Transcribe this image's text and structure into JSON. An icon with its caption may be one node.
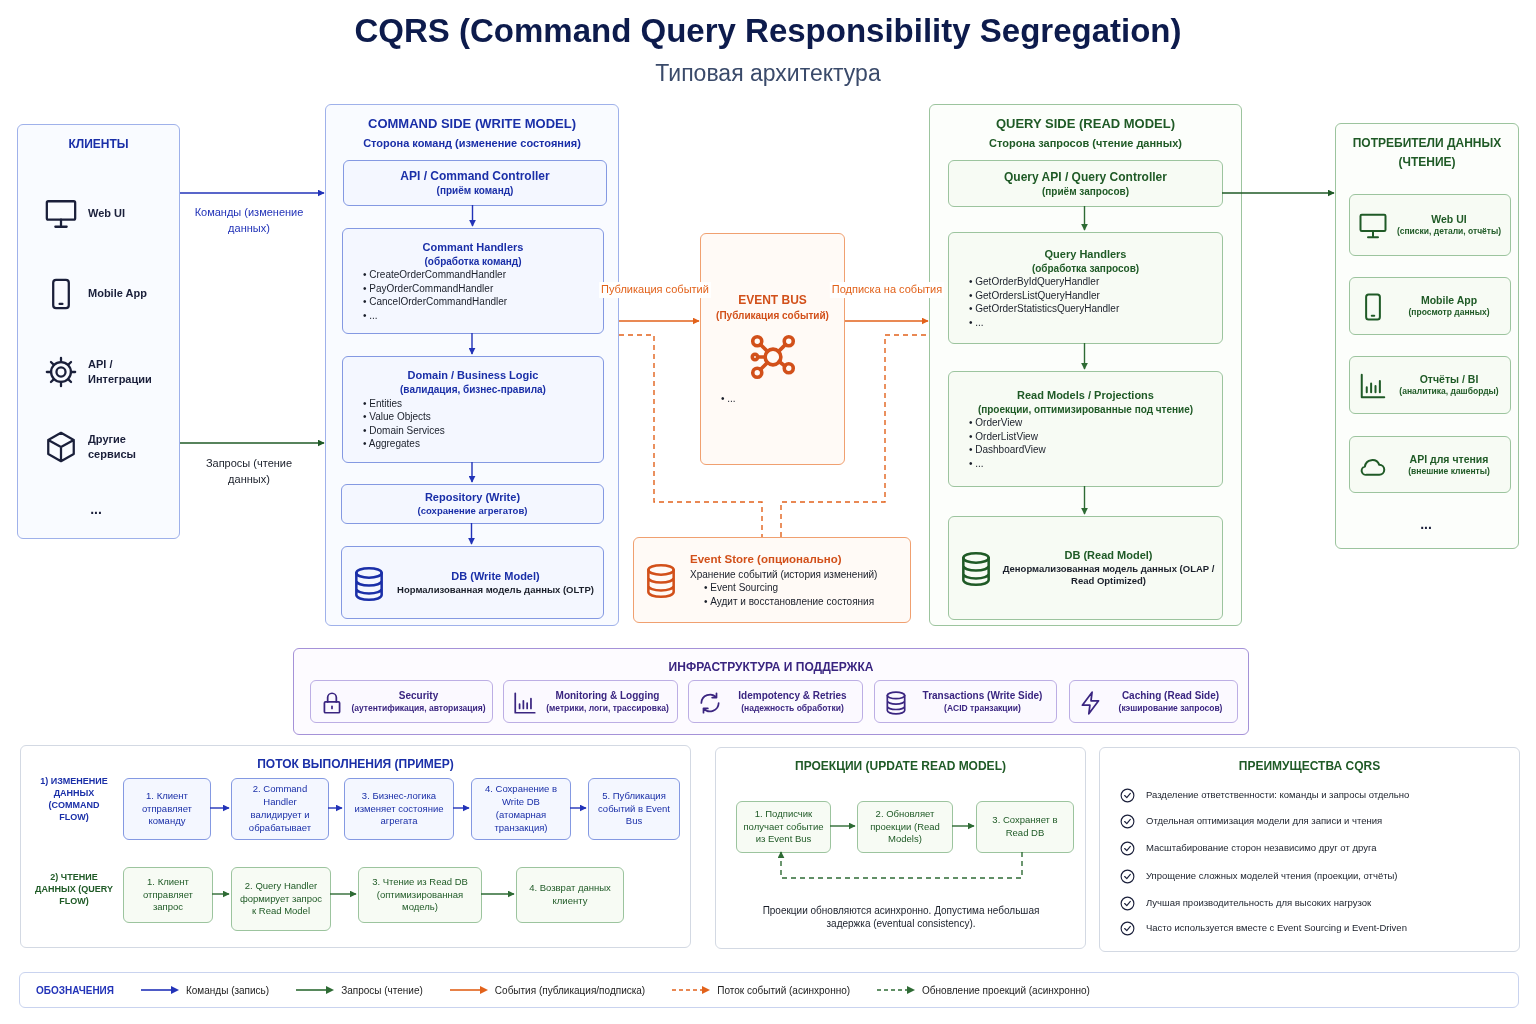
{
  "diagram": {
    "title": "CQRS (Command Query Responsibility Segregation)",
    "nodes": [
      {
        "text": [
          "КЛИЕНТЫ"
        ]
      },
      {
        "text": [
          "Web UI"
        ],
        "in": 0
      },
      {
        "text": [
          "Mobile App"
        ],
        "in": 0
      },
      {
        "text": [
          "API / Интеграции"
        ],
        "in": 0
      },
      {
        "text": [
          "Другие сервисы"
        ],
        "in": 0
      },
      {
        "text": [
          "..."
        ],
        "in": 0
      },
      {
        "text": [
          "COMMAND SIDE (WRITE MODEL)",
          "Сторона команд (изменение состояния)"
        ]
      },
      {
        "text": [
          "API / Command Controller",
          "(приём команд)"
        ],
        "in": 6
      },
      {
        "text": [
          "Commant Handlers",
          "(обработка команд)",
          "• CreateOrderCommandHandler",
          "• PayOrderCommandHandler",
          "• CancelOrderCommandHandler",
          "• ..."
        ],
        "in": 6
      },
      {
        "text": [
          "Domain / Business Logic",
          "(валидация, бизнес-правила)",
          "• Entities",
          "• Value Objects",
          "• Domain Services",
          "• Aggregates"
        ],
        "in": 6
      },
      {
        "text": [
          "Repository (Write)",
          "(сохранение агрегатов)"
        ],
        "in": 6
      },
      {
        "text": [
          "DB (Write Model)",
          "Нормализованная модель данных (OLTP)"
        ],
        "in": 6
      },
      {
        "text": [
          "EVENT BUS",
          "(Публикация событий)",
          "• ..."
        ]
      },
      {
        "text": [
          "Event Store (опционально)",
          "Хранение событий (история изменений)",
          "• Event Sourcing",
          "• Аудит и восстановление состояния"
        ]
      },
      {
        "text": [
          "QUERY SIDE (READ MODEL)",
          "Сторона запросов (чтение данных)"
        ]
      },
      {
        "text": [
          "Query API / Query Controller",
          "(приём запросов)"
        ],
        "in": 14
      },
      {
        "text": [
          "Query Handlers",
          "(обработка запросов)",
          "• GetOrderByIdQueryHandler",
          "• GetOrdersListQueryHandler",
          "• GetOrderStatisticsQueryHandler",
          "• ..."
        ],
        "in": 14
      },
      {
        "text": [
          "Read Models / Projections",
          "(проекции, оптимизированные под чтение)",
          "• OrderView",
          "• OrderListView",
          "• DashboardView",
          "• ..."
        ],
        "in": 14
      },
      {
        "text": [
          "DB (Read Model)",
          "Денормализованная модель данных (OLAP / Read Optimized)"
        ],
        "in": 14
      },
      {
        "text": [
          "ПОТРЕБИТЕЛИ ДАННЫХ (ЧТЕНИЕ)"
        ]
      },
      {
        "text": [
          "Web UI",
          "(списки, детали, отчёты)"
        ],
        "in": 19
      },
      {
        "text": [
          "Mobile App",
          "(просмотр данных)"
        ],
        "in": 19
      },
      {
        "text": [
          "Отчёты / BI",
          "(аналитика, дашборды)"
        ],
        "in": 19
      },
      {
        "text": [
          "API для чтения",
          "(внешние клиенты)"
        ],
        "in": 19
      },
      {
        "text": [
          "..."
        ],
        "in": 19
      },
      {
        "text": [
          "ИНФРАСТРУКТУРА И ПОДДЕРЖКА"
        ]
      },
      {
        "text": [
          "Security",
          "(аутентификация, авторизация)"
        ],
        "in": 25
      },
      {
        "text": [
          "Monitoring & Logging",
          "(метрики, логи, трассировка)"
        ],
        "in": 25
      },
      {
        "text": [
          "Idempotency & Retries",
          "(надежность обработки)"
        ],
        "in": 25
      },
      {
        "text": [
          "Transactions (Write Side)",
          "(ACID транзакции)"
        ],
        "in": 25
      },
      {
        "text": [
          "Caching (Read Side)",
          "(кэширование запросов)"
        ],
        "in": 25
      },
      {
        "text": [
          "ПОТОК ВЫПОЛНЕНИЯ (ПРИМЕР)"
        ]
      },
      {
        "text": [
          "1) ИЗМЕНЕНИЕ ДАННЫХ (COMMAND FLOW)"
        ],
        "in": 31
      },
      {
        "text": [
          "1. Клиент отправляет команду"
        ],
        "in": 31
      },
      {
        "text": [
          "2. Command Handler валидирует и обрабатывает"
        ],
        "in": 31
      },
      {
        "text": [
          "3. Бизнес-логика изменяет состояние агрегата"
        ],
        "in": 31
      },
      {
        "text": [
          "4. Сохранение в Write DB (атомарная транзакция)"
        ],
        "in": 31
      },
      {
        "text": [
          "5. Публикация событий в Event Bus"
        ],
        "in": 31
      },
      {
        "text": [
          "2) ЧТЕНИЕ ДАННЫХ (QUERY FLOW)"
        ],
        "in": 31
      },
      {
        "text": [
          "1. Клиент отправляет запрос"
        ],
        "in": 31
      },
      {
        "text": [
          "2. Query Handler формирует запрос к Read Model"
        ],
        "in": 31
      },
      {
        "text": [
          "3. Чтение из Read DB (оптимизированная модель)"
        ],
        "in": 31
      },
      {
        "text": [
          "4. Возврат данных клиенту"
        ],
        "in": 31
      },
      {
        "text": [
          "ПРОЕКЦИИ (UPDATE READ MODEL)"
        ]
      },
      {
        "text": [
          "1. Подписчик получает событие из Event Bus"
        ],
        "in": 43
      },
      {
        "text": [
          "2. Обновляет проекции (Read Models)"
        ],
        "in": 43
      },
      {
        "text": [
          "3. Сохраняет в Read DB"
        ],
        "in": 43
      },
      {
        "text": [
          "Проекции обновляются асинхронно. Допустима небольшая задержка (eventual consistency)."
        ],
        "in": 43
      },
      {
        "text": [
          "ПРЕИМУЩЕСТВА CQRS"
        ]
      },
      {
        "text": [
          "Разделение ответственности: команды и запросы отдельно"
        ],
        "in": 48
      },
      {
        "text": [
          "Отдельная оптимизация модели для записи и чтения"
        ],
        "in": 48
      },
      {
        "text": [
          "Масштабирование сторон независимо друг от друга"
        ],
        "in": 48
      },
      {
        "text": [
          "Упрощение сложных моделей чтения (проекции, отчёты)"
        ],
        "in": 48
      },
      {
        "text": [
          "Лучшая производительность для высоких нагрузок"
        ],
        "in": 48
      },
      {
        "text": [
          "Часто используется вместе с Event Sourcing и Event-Driven"
        ],
        "in": 48
      }
    ],
    "edges": [
      {
        "from": 0,
        "to": 6,
        "arrow": "to",
        "label": "Команды (изменение данных)",
        "color": "#2233b8"
      },
      {
        "from": 0,
        "to": 6,
        "arrow": "to",
        "label": "Запросы (чтение данных)",
        "color": "#1f5a26"
      },
      {
        "from": 7,
        "to": 8,
        "arrow": "to",
        "color": "#2233b8"
      },
      {
        "from": 8,
        "to": 9,
        "arrow": "to",
        "color": "#2233b8"
      },
      {
        "from": 9,
        "to": 10,
        "arrow": "to",
        "color": "#2233b8"
      },
      {
        "from": 10,
        "to": 11,
        "arrow": "to",
        "color": "#2233b8"
      },
      {
        "from": 6,
        "to": 12,
        "arrow": "to",
        "label": "Публикация событий",
        "color": "#e2621b"
      },
      {
        "from": 12,
        "to": 14,
        "arrow": "to",
        "label": "Подписка на события",
        "color": "#e2621b"
      },
      {
        "from": 6,
        "to": 13,
        "arrow": "none",
        "style": "dashed",
        "color": "#e2621b"
      },
      {
        "from": 13,
        "to": 14,
        "arrow": "none",
        "style": "dashed",
        "color": "#e2621b"
      },
      {
        "from": 15,
        "to": 16,
        "arrow": "to",
        "color": "#2e6b34"
      },
      {
        "from": 16,
        "to": 17,
        "arrow": "to",
        "color": "#2e6b34"
      },
      {
        "from": 17,
        "to": 18,
        "arrow": "to",
        "color": "#2e6b34"
      },
      {
        "from": 15,
        "to": 19,
        "arrow": "to",
        "color": "#1f5a26"
      },
      {
        "from": 33,
        "to": 34,
        "arrow": "to",
        "color": "#2233b8"
      },
      {
        "from": 34,
        "to": 35,
        "arrow": "to",
        "color": "#2233b8"
      },
      {
        "from": 35,
        "to": 36,
        "arrow": "to",
        "color": "#2233b8"
      },
      {
        "from": 36,
        "to": 37,
        "arrow": "to",
        "color": "#2233b8"
      },
      {
        "from": 39,
        "to": 40,
        "arrow": "to",
        "color": "#2e6b34"
      },
      {
        "from": 40,
        "to": 41,
        "arrow": "to",
        "color": "#2e6b34"
      },
      {
        "from": 41,
        "to": 42,
        "arrow": "to",
        "color": "#2e6b34"
      },
      {
        "from": 44,
        "to": 45,
        "arrow": "to",
        "color": "#2e6b34"
      },
      {
        "from": 45,
        "to": 46,
        "arrow": "to",
        "color": "#2e6b34"
      },
      {
        "from": 46,
        "to": 44,
        "arrow": "to",
        "style": "dashed",
        "color": "#2e6b34"
      }
    ],
    "labels": [
      "Типовая архитектура",
      "ОБОЗНАЧЕНИЯ"
    ],
    "legend": [
      {
        "text": "Команды (запись)"
      },
      {
        "text": "Запросы (чтение)"
      },
      {
        "text": "События (публикация/подписка)"
      },
      {
        "text": "Поток событий (асинхронно)"
      },
      {
        "text": "Обновление проекций (асинхронно)"
      }
    ]
  }
}
